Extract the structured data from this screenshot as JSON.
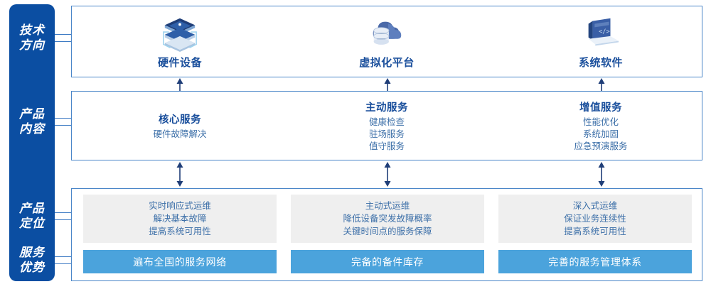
{
  "sidebar": {
    "color": "#0B4EA2",
    "labels": [
      {
        "name": "tech-direction",
        "line1": "技术",
        "line2": "方向"
      },
      {
        "name": "product-content",
        "line1": "产品",
        "line2": "内容"
      },
      {
        "name": "product-position",
        "line1": "产品",
        "line2": "定位"
      },
      {
        "name": "service-advantage",
        "line1": "服务",
        "line2": "优势"
      }
    ]
  },
  "colors": {
    "dark_blue": "#0B4EA2",
    "border_blue": "#4A86C8",
    "title_blue": "#1A4F9C",
    "text_blue": "#3C6FA8",
    "bar_blue": "#4BA3DC",
    "card_gray": "#EFEFEF"
  },
  "section_tech": {
    "columns": [
      {
        "icon": "server-stack-icon",
        "label": "硬件设备"
      },
      {
        "icon": "cloud-database-icon",
        "label": "虚拟化平台"
      },
      {
        "icon": "laptop-code-icon",
        "label": "系统软件"
      }
    ]
  },
  "section_content": {
    "columns": [
      {
        "title": "核心服务",
        "items": [
          "硬件故障解决"
        ]
      },
      {
        "title": "主动服务",
        "items": [
          "健康检查",
          "驻场服务",
          "值守服务"
        ]
      },
      {
        "title": "增值服务",
        "items": [
          "性能优化",
          "系统加固",
          "应急预演服务"
        ]
      }
    ]
  },
  "section_position": {
    "cards": [
      {
        "lines": [
          "实时响应式运维",
          "解决基本故障",
          "提高系统可用性"
        ]
      },
      {
        "lines": [
          "主动式运维",
          "降低设备突发故障概率",
          "关键时间点的服务保障"
        ]
      },
      {
        "lines": [
          "深入式运维",
          "保证业务连续性",
          "提高系统可用性"
        ]
      }
    ]
  },
  "section_advantage": {
    "bars": [
      {
        "label": "遍布全国的服务网络"
      },
      {
        "label": "完备的备件库存"
      },
      {
        "label": "完善的服务管理体系"
      }
    ]
  },
  "arrows": {
    "tech_to_content": [
      "up-arrow",
      "up-arrow",
      "up-arrow"
    ],
    "content_to_position": [
      "up-down-arrow",
      "up-down-arrow",
      "up-down-arrow"
    ]
  }
}
